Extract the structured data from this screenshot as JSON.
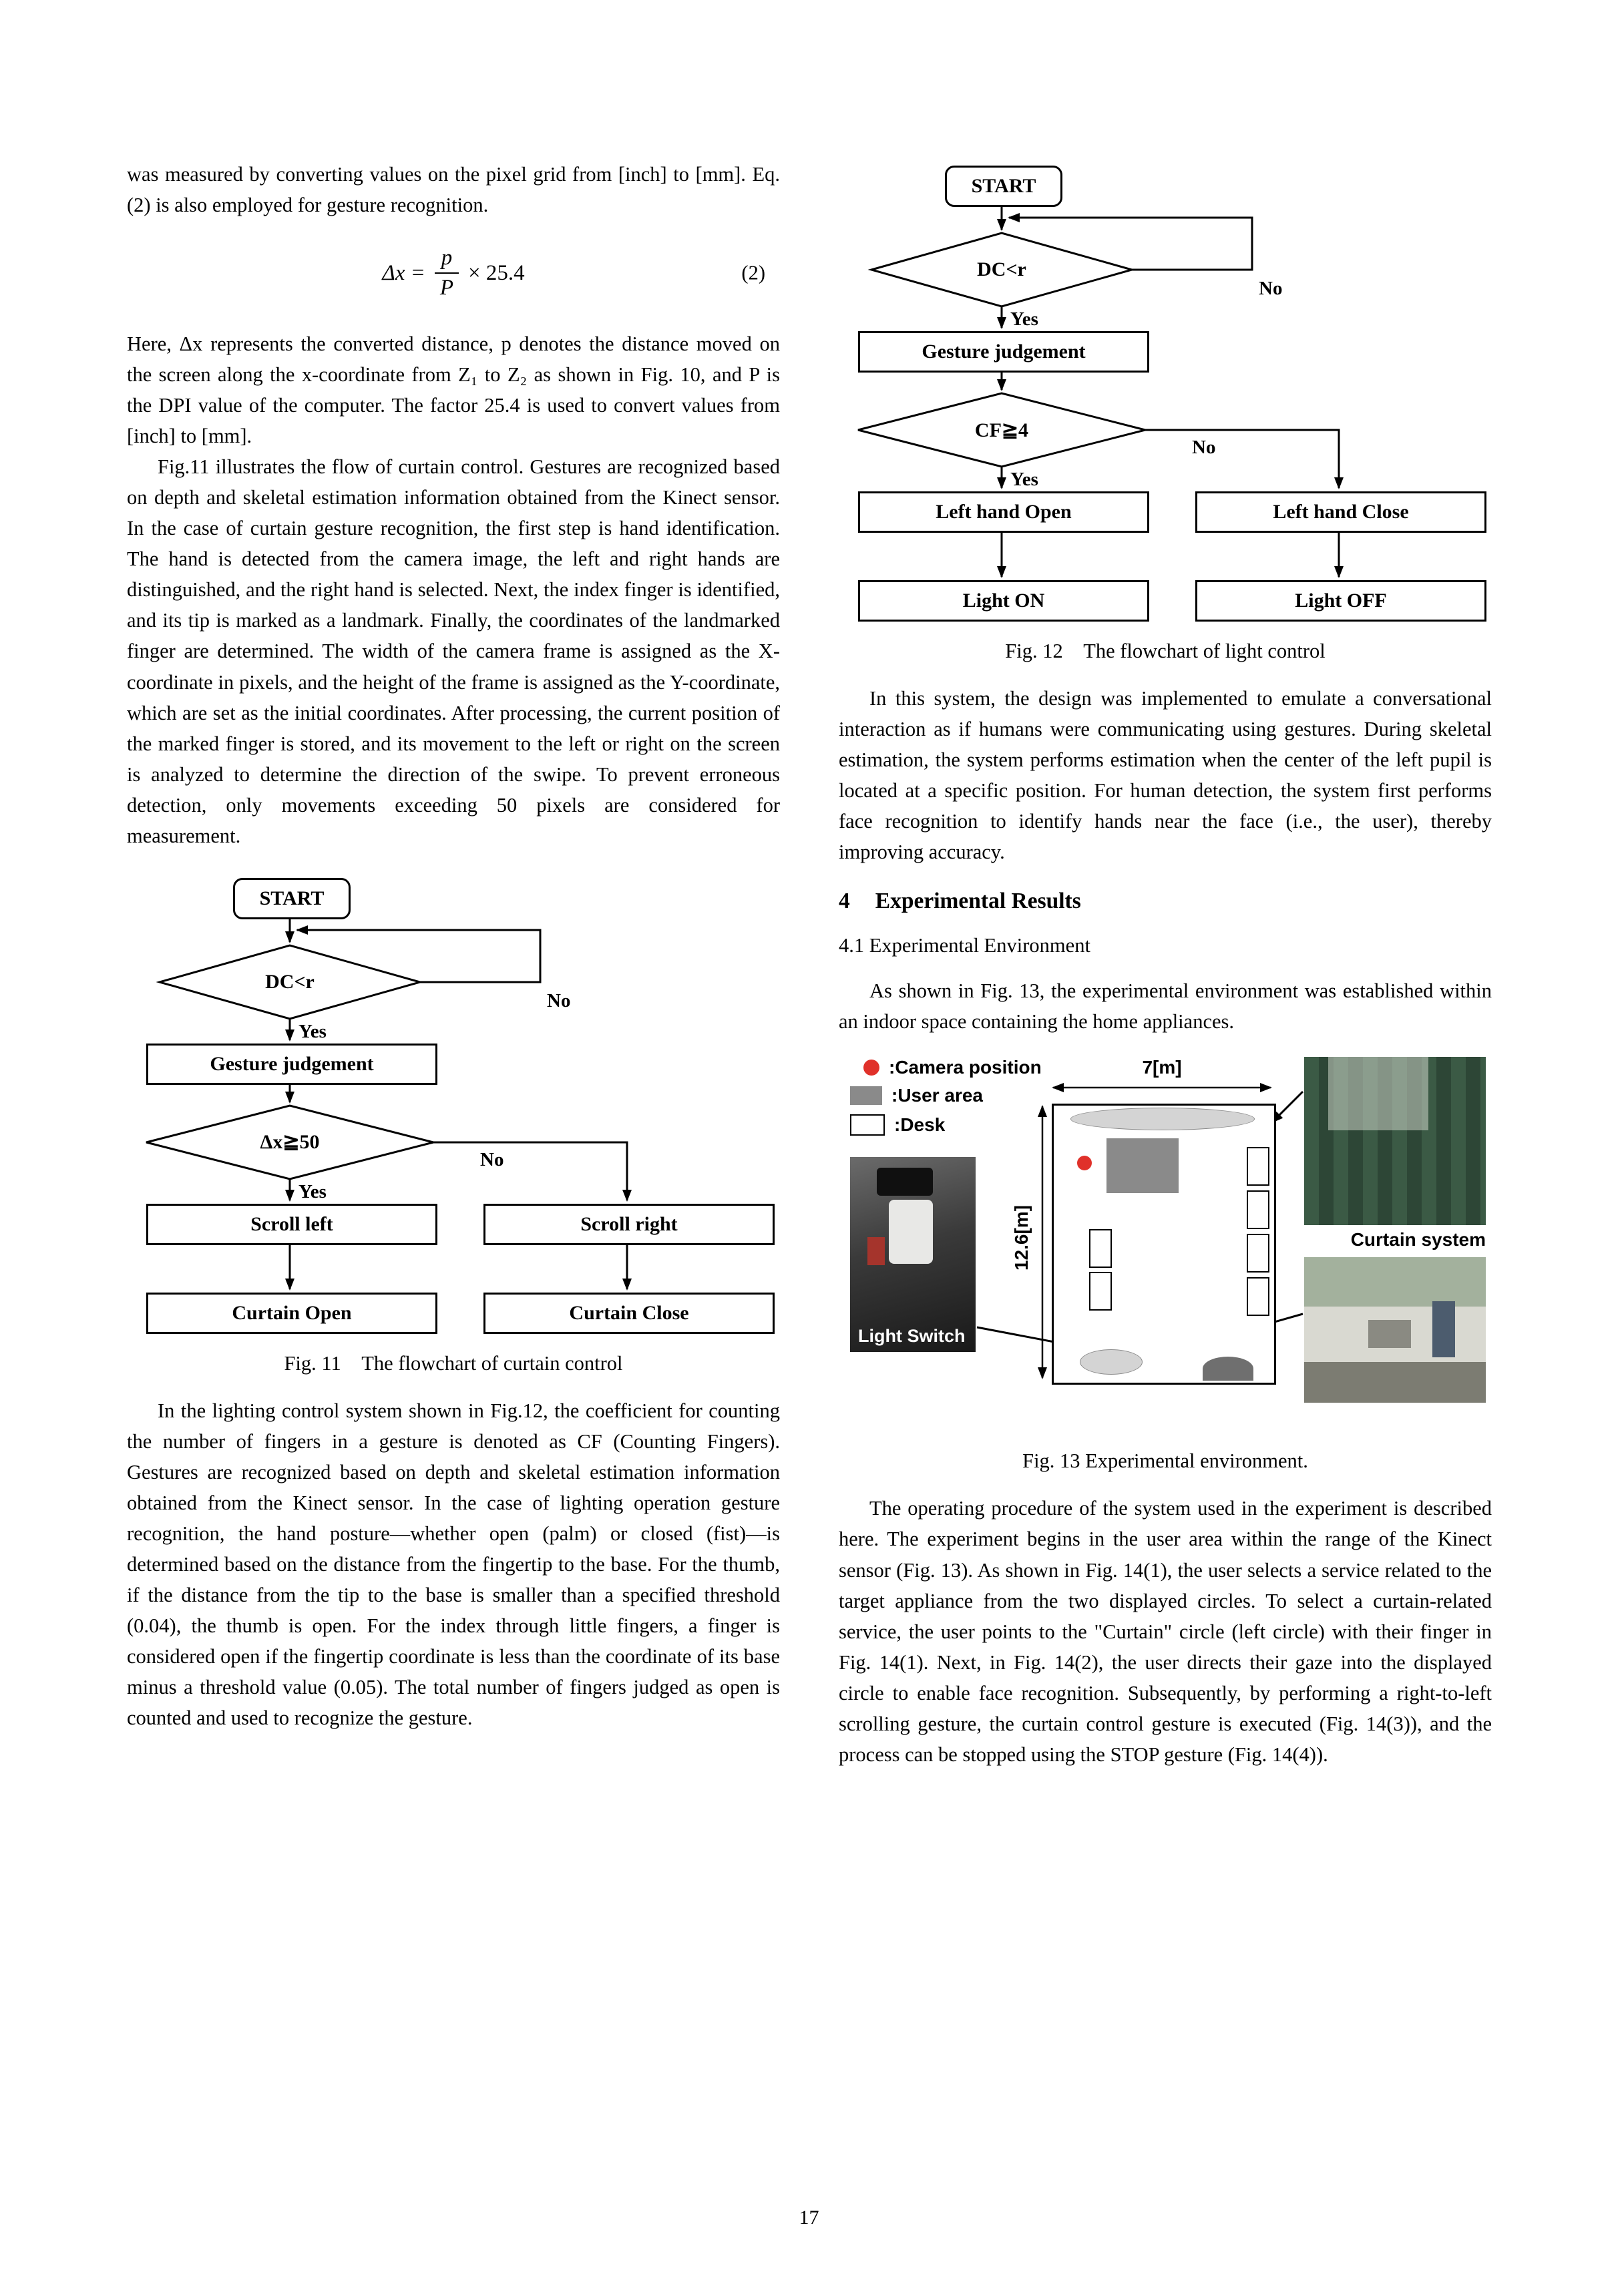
{
  "page": {
    "number": "17"
  },
  "left": {
    "para_intro": "was measured by converting values on the pixel grid from [inch] to [mm]. Eq. (2) is also employed for gesture recognition.",
    "equation": {
      "lhs": "Δx =",
      "num": "p",
      "den": "P",
      "rhs": "× 25.4",
      "tag": "(2)"
    },
    "para_here": "Here, Δx represents the converted distance, p denotes the distance moved on the screen along the x-coordinate from Z₁ to Z₂ as shown in Fig. 10, and P is the DPI value of the computer. The factor 25.4 is used to convert values from [inch] to [mm].",
    "para_fig11": "Fig.11 illustrates the flow of curtain control. Gestures are recognized based on depth and skeletal estimation information obtained from the Kinect sensor. In the case of curtain gesture recognition, the first step is hand identification. The hand is detected from the camera image, the left and right hands are distinguished, and the right hand is selected. Next, the index finger is identified, and its tip is marked as a landmark. Finally, the coordinates of the landmarked finger are determined. The width of the camera frame is assigned as the X-coordinate in pixels, and the height of the frame is assigned as the Y-coordinate, which are set as the initial coordinates. After processing, the current position of the marked finger is stored, and its movement to the left or right on the screen is analyzed to determine the direction of the swipe. To prevent erroneous detection, only movements exceeding 50 pixels are considered for measurement.",
    "fig11": {
      "start": "START",
      "cond1": "DC<r",
      "cond1_yes": "Yes",
      "cond1_no": "No",
      "process1": "Gesture judgement",
      "cond2": "Δx≧50",
      "cond2_yes": "Yes",
      "cond2_no": "No",
      "left_branch": [
        "Scroll left",
        "Curtain Open"
      ],
      "right_branch": [
        "Scroll right",
        "Curtain Close"
      ],
      "caption": "Fig. 11 The flowchart of curtain control"
    },
    "para_lighting": "In the lighting control system shown in Fig.12, the coefficient for counting the number of fingers in a gesture is denoted as CF (Counting Fingers). Gestures are recognized based on depth and skeletal estimation information obtained from the Kinect sensor. In the case of lighting operation gesture recognition, the hand posture—whether open (palm) or closed (fist)—is determined based on the distance from the fingertip to the base. For the thumb, if the distance from the tip to the base is smaller than a specified threshold (0.04), the thumb is open. For the index through little fingers, a finger is considered open if the fingertip coordinate is less than the coordinate of its base minus a threshold value (0.05). The total number of fingers judged as open is counted and used to recognize the gesture."
  },
  "right": {
    "fig12": {
      "start": "START",
      "cond1": "DC<r",
      "cond1_yes": "Yes",
      "cond1_no": "No",
      "process1": "Gesture judgement",
      "cond2": "CF≧4",
      "cond2_yes": "Yes",
      "cond2_no": "No",
      "left_branch": [
        "Left hand Open",
        "Light ON"
      ],
      "right_branch": [
        "Left hand Close",
        "Light OFF"
      ],
      "caption": "Fig. 12 The flowchart of light control"
    },
    "para_system": "In this system, the design was implemented to emulate a conversational interaction as if humans were communicating using gestures. During skeletal estimation, the system performs estimation when the center of the left pupil is located at a specific position. For human detection, the system first performs face recognition to identify hands near the face (i.e., the user), thereby improving accuracy.",
    "section4_number": "4",
    "section4_title": "Experimental Results",
    "section41": "4.1 Experimental Environment",
    "para_env": "As shown in Fig. 13, the experimental environment was established within an indoor space containing the home appliances.",
    "fig13": {
      "legend": [
        {
          "label": ":Camera position"
        },
        {
          "label": ":User area"
        },
        {
          "label": ":Desk"
        }
      ],
      "width_label": "7[m]",
      "height_label": "12.6[m]",
      "photo_left_label": "Light Switch",
      "photo_right_label": "Curtain system",
      "caption": "Fig. 13 Experimental environment.",
      "colors": {
        "camera_dot": "#e0312a",
        "user_area": "#8a8a8a"
      }
    },
    "para_procedure": "The operating procedure of the system used in the experiment is described here. The experiment begins in the user area within the range of the Kinect sensor (Fig. 13). As shown in Fig. 14(1), the user selects a service related to the target appliance from the two displayed circles. To select a curtain-related service, the user points to the \"Curtain\" circle (left circle) with their finger in Fig. 14(1). Next, in Fig. 14(2), the user directs their gaze into the displayed circle to enable face recognition. Subsequently, by performing a right-to-left scrolling gesture, the curtain control gesture is executed (Fig. 14(3)), and the process can be stopped using the STOP gesture (Fig. 14(4))."
  }
}
